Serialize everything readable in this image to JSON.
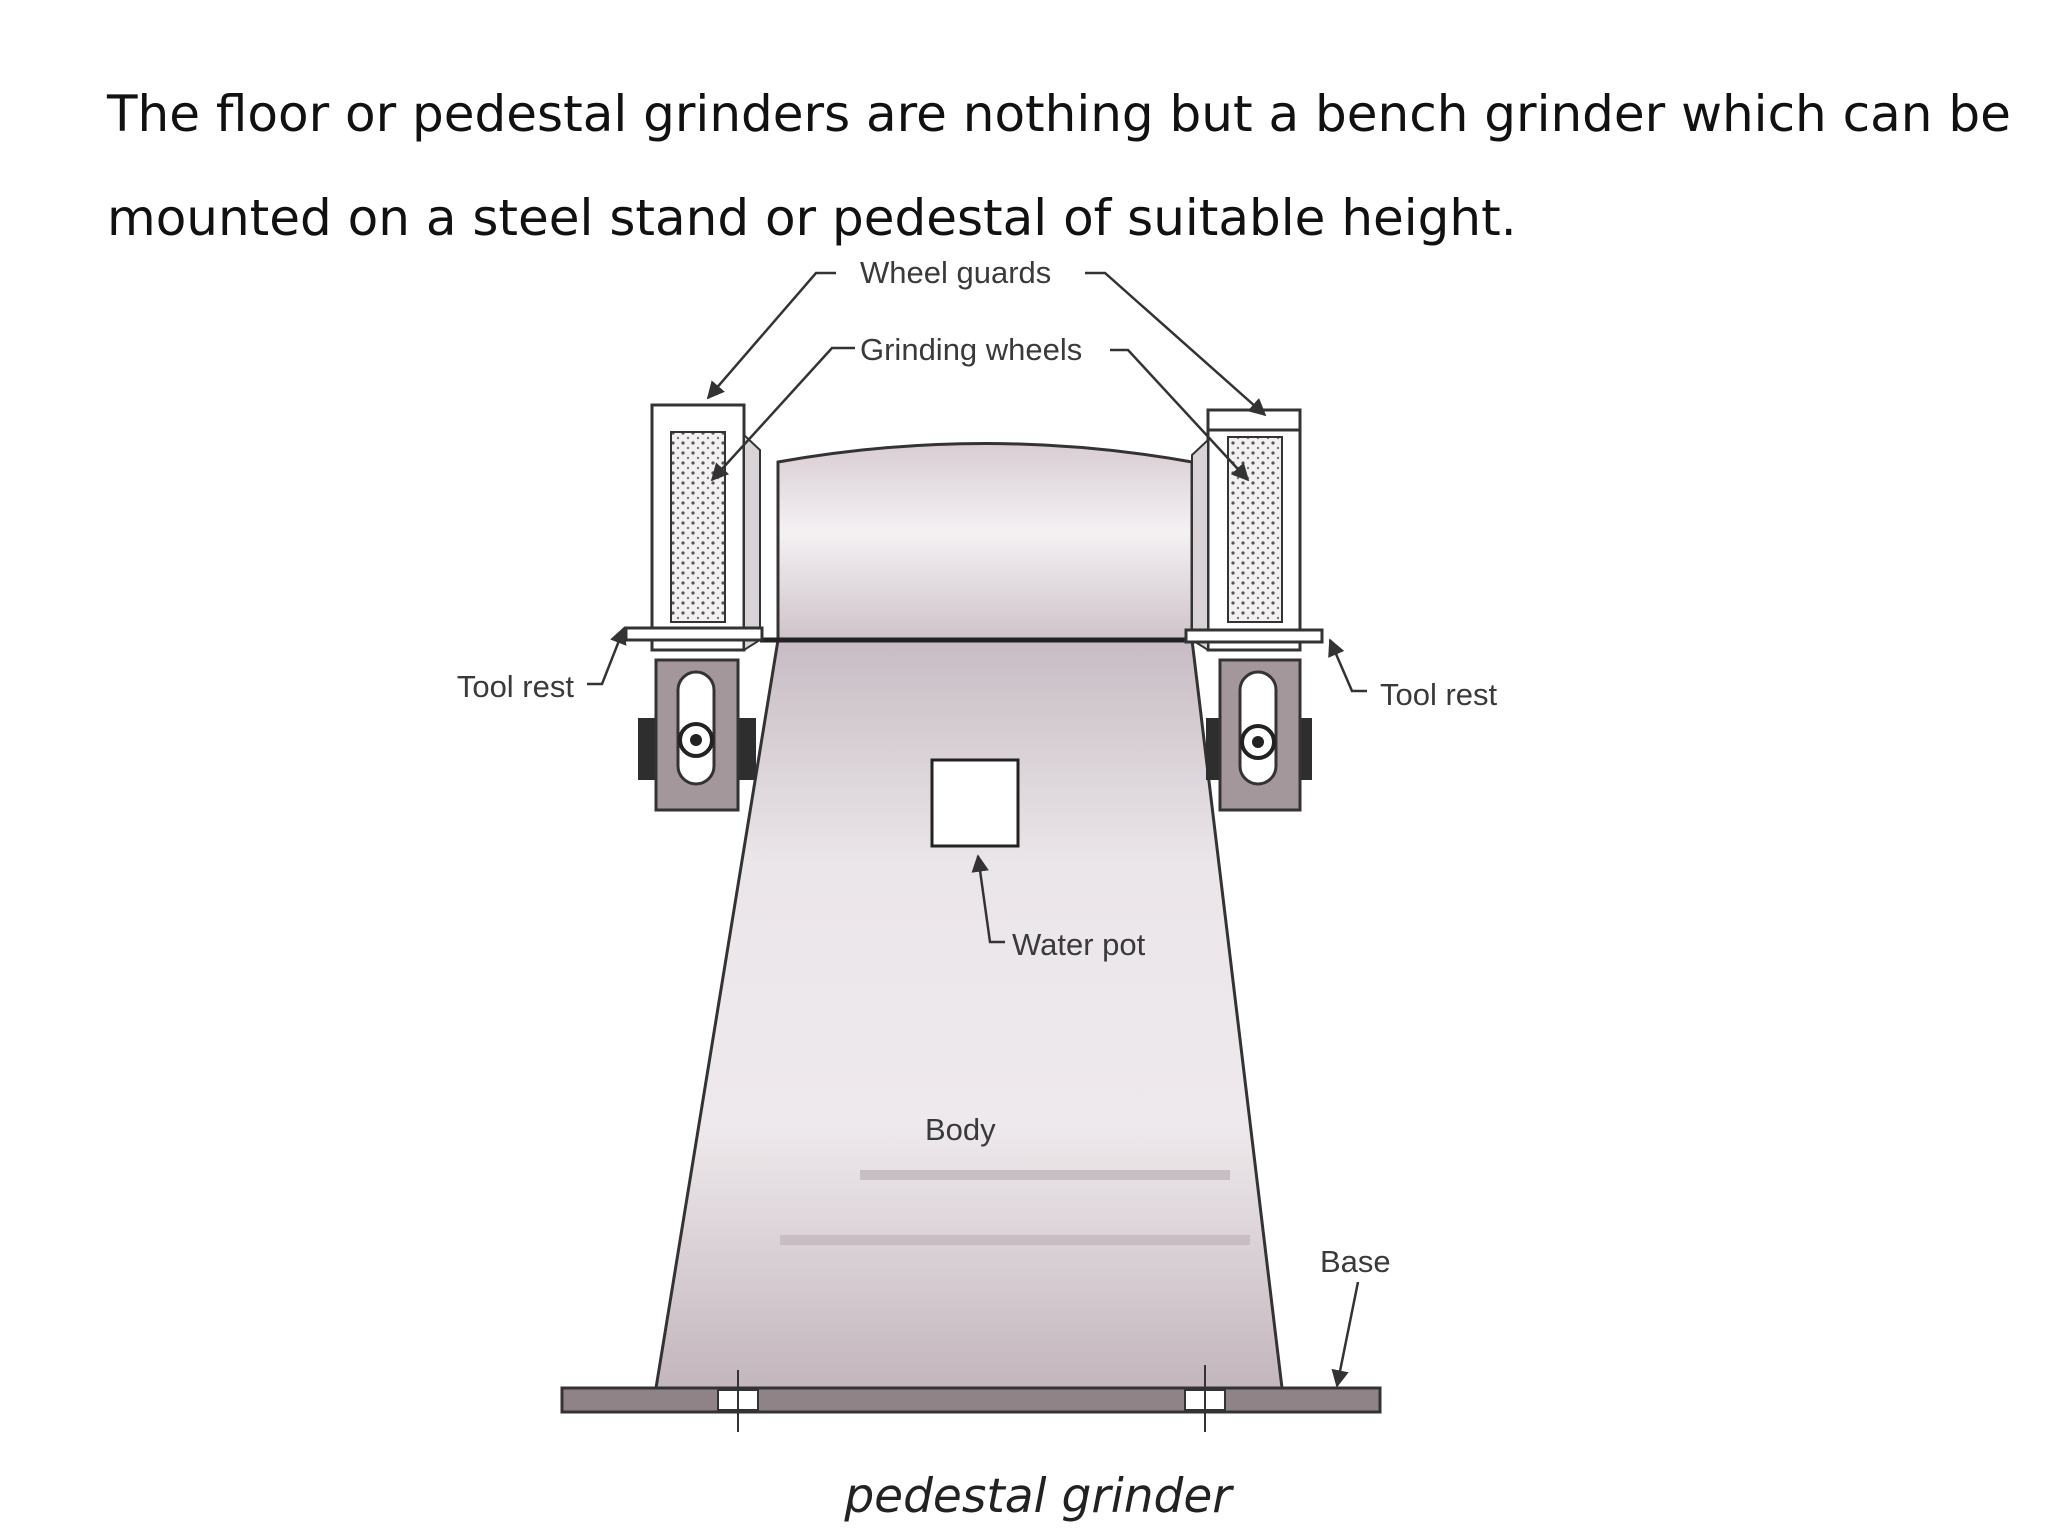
{
  "paragraph": {
    "line1": "The floor or pedestal grinders are nothing but a bench grinder which can be",
    "line2": "mounted on a steel stand or pedestal of suitable height."
  },
  "diagram": {
    "labels": {
      "wheel_guards": "Wheel guards",
      "grinding_wheels": "Grinding wheels",
      "tool_rest_left": "Tool rest",
      "tool_rest_right": "Tool rest",
      "water_pot": "Water pot",
      "body": "Body",
      "base": "Base"
    },
    "caption": "pedestal grinder"
  }
}
